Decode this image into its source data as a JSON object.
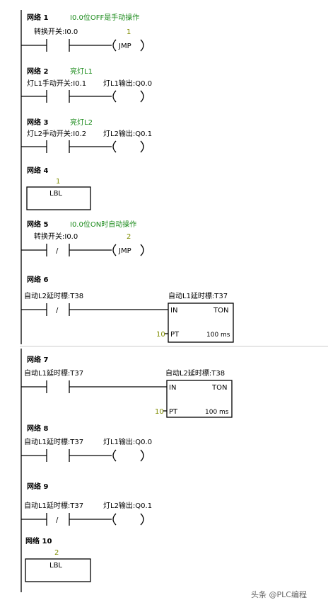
{
  "networks": [
    {
      "title": "网络 1",
      "comment": "I0.0位OFF是手动操作",
      "contact_label": "转换开关:I0.0",
      "coil_param": "1",
      "coil_text": "JMP"
    },
    {
      "title": "网络 2",
      "comment": "亮灯L1",
      "contact_label": "灯L1手动开关:I0.1",
      "coil_label": "灯L1输出:Q0.0"
    },
    {
      "title": "网络 3",
      "comment": "亮灯L2",
      "contact_label": "灯L2手动开关:I0.2",
      "coil_label": "灯L2输出:Q0.1"
    },
    {
      "title": "网络 4",
      "box_param": "1",
      "box_text": "LBL"
    },
    {
      "title": "网络 5",
      "comment": "I0.0位ON时自动操作",
      "contact_label": "转换开关:I0.0",
      "contact_sym": "/",
      "coil_param": "2",
      "coil_text": "JMP"
    },
    {
      "title": "网络 6",
      "contact_label": "自动L2延时標:T38",
      "contact_sym": "/",
      "timer_label": "自动L1延时標:T37",
      "timer_in": "IN",
      "timer_type": "TON",
      "timer_pt_value": "10",
      "timer_pt": "PT",
      "timer_base": "100 ms"
    },
    {
      "title": "网络 7",
      "contact_label": "自动L1延时標:T37",
      "timer_label": "自动L2延时標:T38",
      "timer_in": "IN",
      "timer_type": "TON",
      "timer_pt_value": "10",
      "timer_pt": "PT",
      "timer_base": "100 ms"
    },
    {
      "title": "网络 8",
      "contact_label": "自动L1延时標:T37",
      "coil_label": "灯L1输出:Q0.0"
    },
    {
      "title": "网络 9",
      "contact_label": "自动L1延时標:T37",
      "contact_sym": "/",
      "coil_label": "灯L2输出:Q0.1"
    },
    {
      "title": "网络 10",
      "box_param": "2",
      "box_text": "LBL"
    }
  ],
  "watermark": "头条 @PLC编程"
}
